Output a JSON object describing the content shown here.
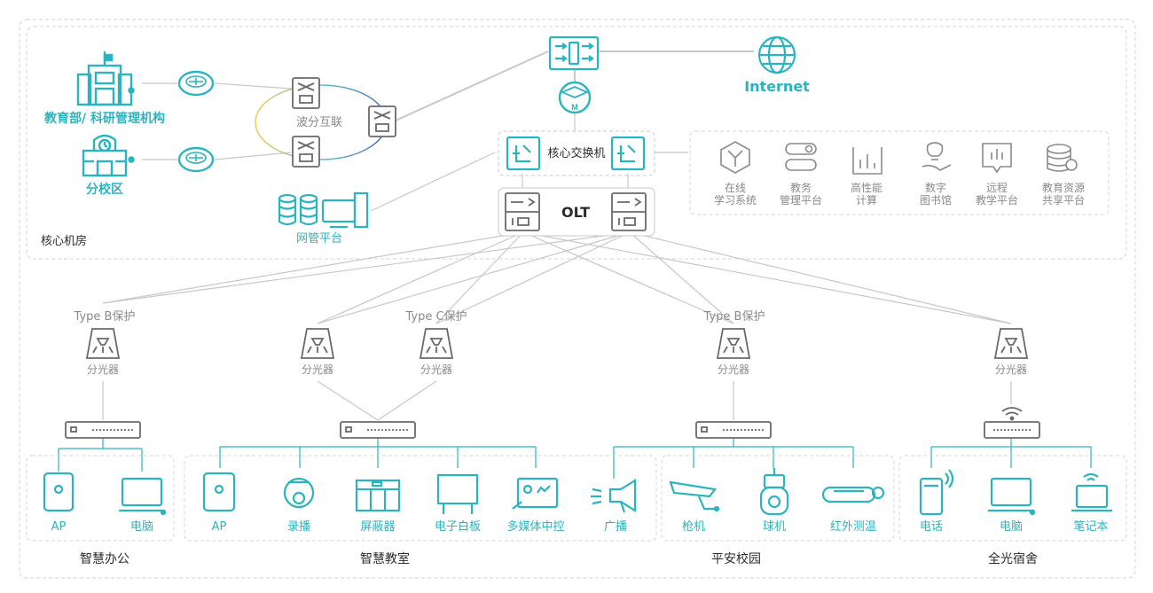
{
  "core_room": {
    "label": "核心机房",
    "ministry_label": "教育部/ 科研管理机构",
    "branch_label": "分校区",
    "wdm_label": "波分互联",
    "nms_label": "网管平台",
    "internet_label": "Internet",
    "core_switch_label": "核心交换机",
    "olt_label": "OLT"
  },
  "platforms": [
    {
      "label": "在线\n学习系统",
      "icon": "learning-icon"
    },
    {
      "label": "教务\n管理平台",
      "icon": "toggle-icon"
    },
    {
      "label": "高性能\n计算",
      "icon": "compute-icon"
    },
    {
      "label": "数字\n图书馆",
      "icon": "library-icon"
    },
    {
      "label": "远程\n教学平台",
      "icon": "remote-teaching-icon"
    },
    {
      "label": "教育资源\n共享平台",
      "icon": "database-icon"
    }
  ],
  "protection": {
    "type_b_left": "Type B保护",
    "type_c": "Type C保护",
    "type_b_right": "Type B保护"
  },
  "splitter_label": "分光器",
  "zones": {
    "office": {
      "title": "智慧办公",
      "devices": [
        "AP",
        "电脑"
      ]
    },
    "classroom": {
      "title": "智慧教室",
      "devices": [
        "AP",
        "录播",
        "屏蔽器",
        "电子白板",
        "多媒体中控",
        "广播"
      ]
    },
    "campus": {
      "title": "平安校园",
      "devices": [
        "枪机",
        "球机",
        "红外测温"
      ]
    },
    "dorm": {
      "title": "全光宿舍",
      "devices": [
        "电话",
        "电脑",
        "笔记本"
      ]
    }
  },
  "colors": {
    "teal": "#2ab4c0",
    "gray": "#8a8a8a",
    "line": "#cfcfcf"
  }
}
